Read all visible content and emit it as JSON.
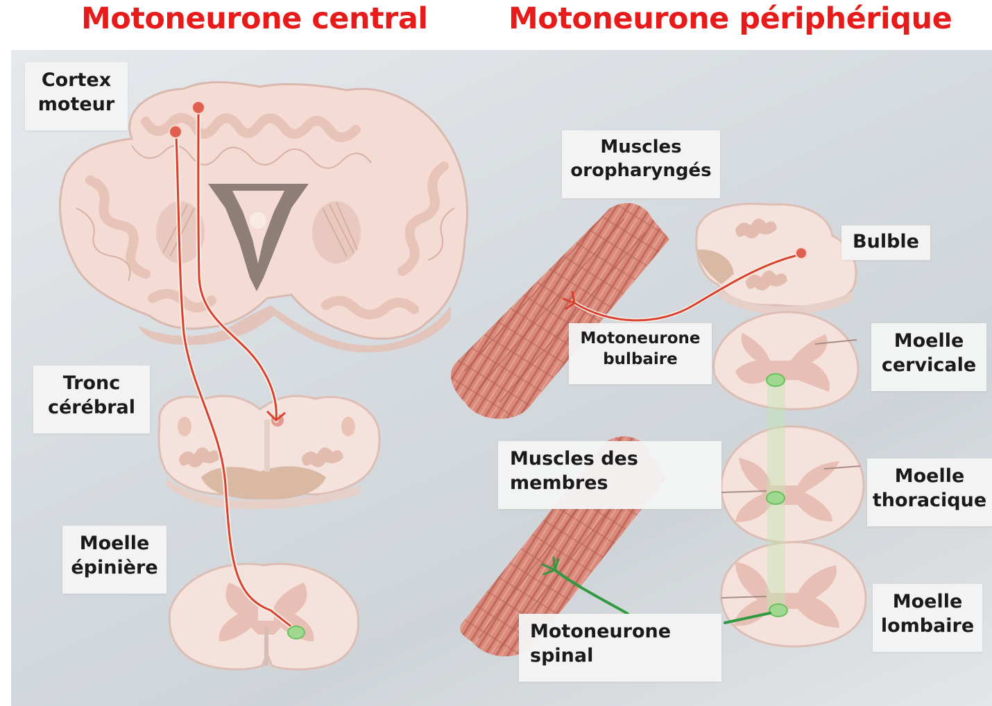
{
  "titles": {
    "central": "Motoneurone central",
    "peripheral": "Motoneurone périphérique"
  },
  "labels": {
    "cortex_moteur": [
      "Cortex",
      "moteur"
    ],
    "tronc_cerebral": [
      "Tronc",
      "cérébral"
    ],
    "moelle_epiniere": [
      "Moelle",
      "épinière"
    ],
    "muscles_oropharynges": [
      "Muscles",
      "oropharyngés"
    ],
    "bulbe": "Bulble",
    "motoneurone_bulbaire": [
      "Motoneurone",
      "bulbaire"
    ],
    "moelle_cervicale": [
      "Moelle",
      "cervicale"
    ],
    "muscles_membres": [
      "Muscles des",
      "membres"
    ],
    "moelle_thoracique": [
      "Moelle",
      "thoracique"
    ],
    "moelle_lombaire": [
      "Moelle",
      "lombaire"
    ],
    "motoneurone_spinal": [
      "Motoneurone",
      "spinal"
    ]
  },
  "colors": {
    "title_red": "#e81b1b",
    "upper_motor_neuron": "#d9412c",
    "lower_motor_neuron": "#3aa84b",
    "tissue": "#f6e2dc",
    "grey_matter": "#e7bfb4",
    "muscle": "#d98a7c"
  }
}
